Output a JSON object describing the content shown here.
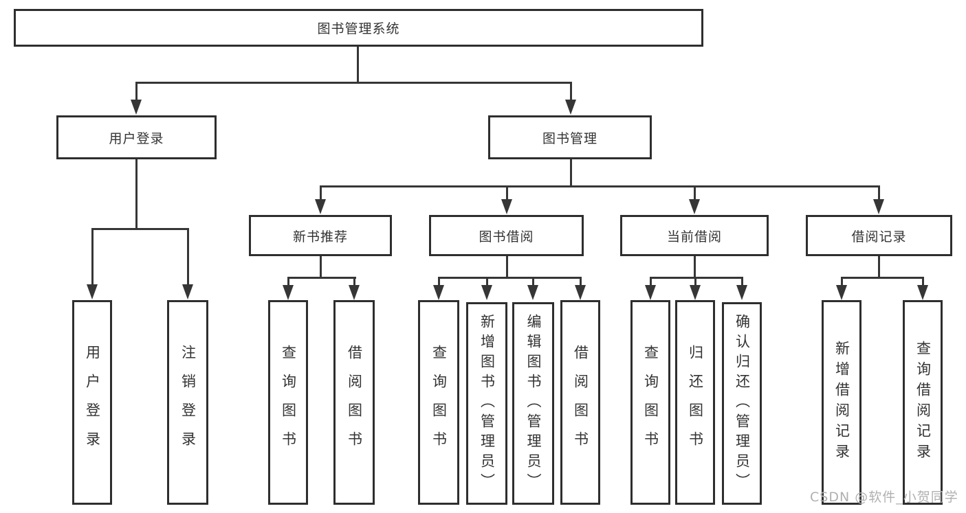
{
  "colors": {
    "background": "#ffffff",
    "box_border": "#2e2e2e",
    "line": "#363636",
    "text": "#333333",
    "watermark": "#b0b0b0"
  },
  "tree": {
    "root": {
      "label": "图书管理系统"
    },
    "children": [
      {
        "label": "用户登录",
        "children": [
          {
            "label": "用户登录"
          },
          {
            "label": "注销登录"
          }
        ]
      },
      {
        "label": "图书管理",
        "children": [
          {
            "label": "新书推荐",
            "children": [
              {
                "label": "查询图书"
              },
              {
                "label": "借阅图书"
              }
            ]
          },
          {
            "label": "图书借阅",
            "children": [
              {
                "label": "查询图书"
              },
              {
                "label": "新增图书（管理员）"
              },
              {
                "label": "编辑图书（管理员）"
              },
              {
                "label": "借阅图书"
              }
            ]
          },
          {
            "label": "当前借阅",
            "children": [
              {
                "label": "查询图书"
              },
              {
                "label": "归还图书"
              },
              {
                "label": "确认归还（管理员）"
              }
            ]
          },
          {
            "label": "借阅记录",
            "children": [
              {
                "label": "新增借阅记录"
              },
              {
                "label": "查询借阅记录"
              }
            ]
          }
        ]
      }
    ]
  },
  "watermark": {
    "text": "CSDN @软件_小贺同学"
  }
}
